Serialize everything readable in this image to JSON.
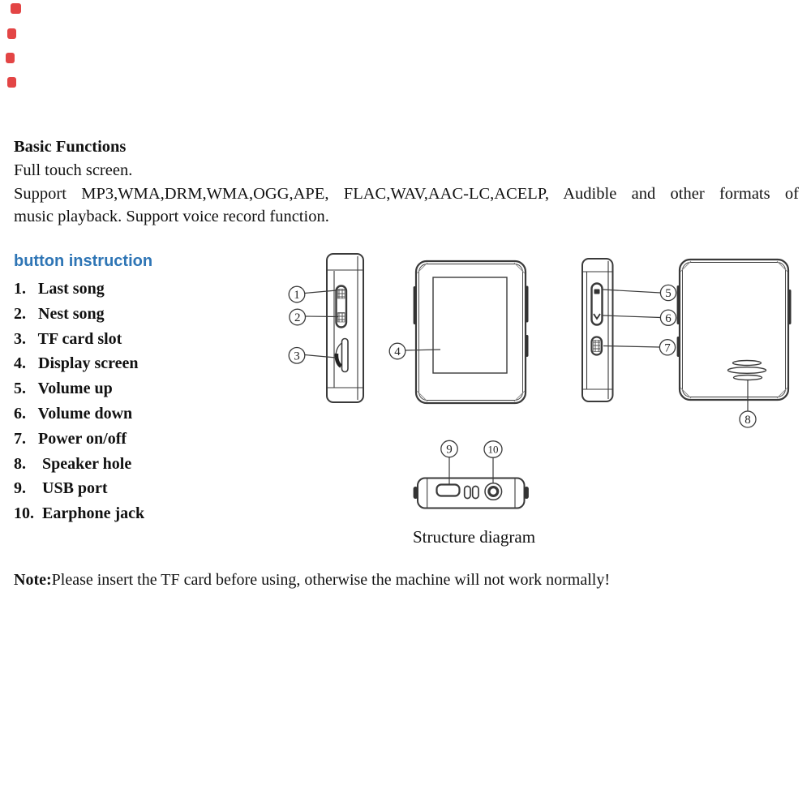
{
  "colors": {
    "accent_heading_blue": "#2e75b5",
    "diagram_line": "#3a3a3a",
    "red_artifact": "#e03131",
    "text": "#111111"
  },
  "intro": {
    "heading": "Basic Functions",
    "line1": "Full touch screen.",
    "line2a": "Support MP3,WMA,DRM,WMA,OGG,APE, FLAC,WAV,AAC-LC,ACELP, Audible and other formats of",
    "line2b": "music playback. Support voice record function."
  },
  "button_instruction": {
    "heading": "button instruction",
    "items": [
      "1.   Last song",
      "2.   Nest song",
      "3.   TF card slot",
      "4.   Display screen",
      "5.   Volume up",
      "6.   Volume down",
      "7.   Power on/off",
      "8.    Speaker hole",
      "9.    USB port",
      "10.  Earphone jack"
    ]
  },
  "diagram": {
    "caption": "Structure diagram",
    "callouts": [
      "1",
      "2",
      "3",
      "4",
      "5",
      "6",
      "7",
      "8",
      "9",
      "10"
    ]
  },
  "note": {
    "bold": "Note:",
    "text": "Please insert the TF card before using, otherwise the machine will not work normally!"
  }
}
